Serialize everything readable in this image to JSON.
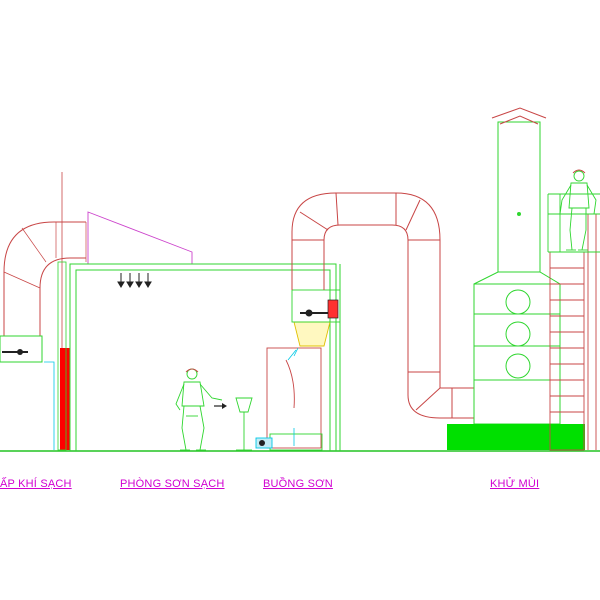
{
  "labels": {
    "fresh_air": "ẤP KHÍ SẠCH",
    "clean_room": "PHÒNG SƠN SẠCH",
    "paint_booth": "BUỒNG SƠN",
    "deodorize": "KHỬ MÙI"
  },
  "colors": {
    "duct": "#c84646",
    "structure": "#2fd62f",
    "hood": "#cc44cc",
    "red_panel": "#ff0000",
    "green_base": "#00e000",
    "ground": "#22c322",
    "label": "#d100d1",
    "aux": "#00c8e6",
    "dark": "#222222"
  },
  "icons": {
    "airflow": "down-arrow-icon",
    "person": "worker-figure-icon",
    "fan": "fan-icon"
  }
}
